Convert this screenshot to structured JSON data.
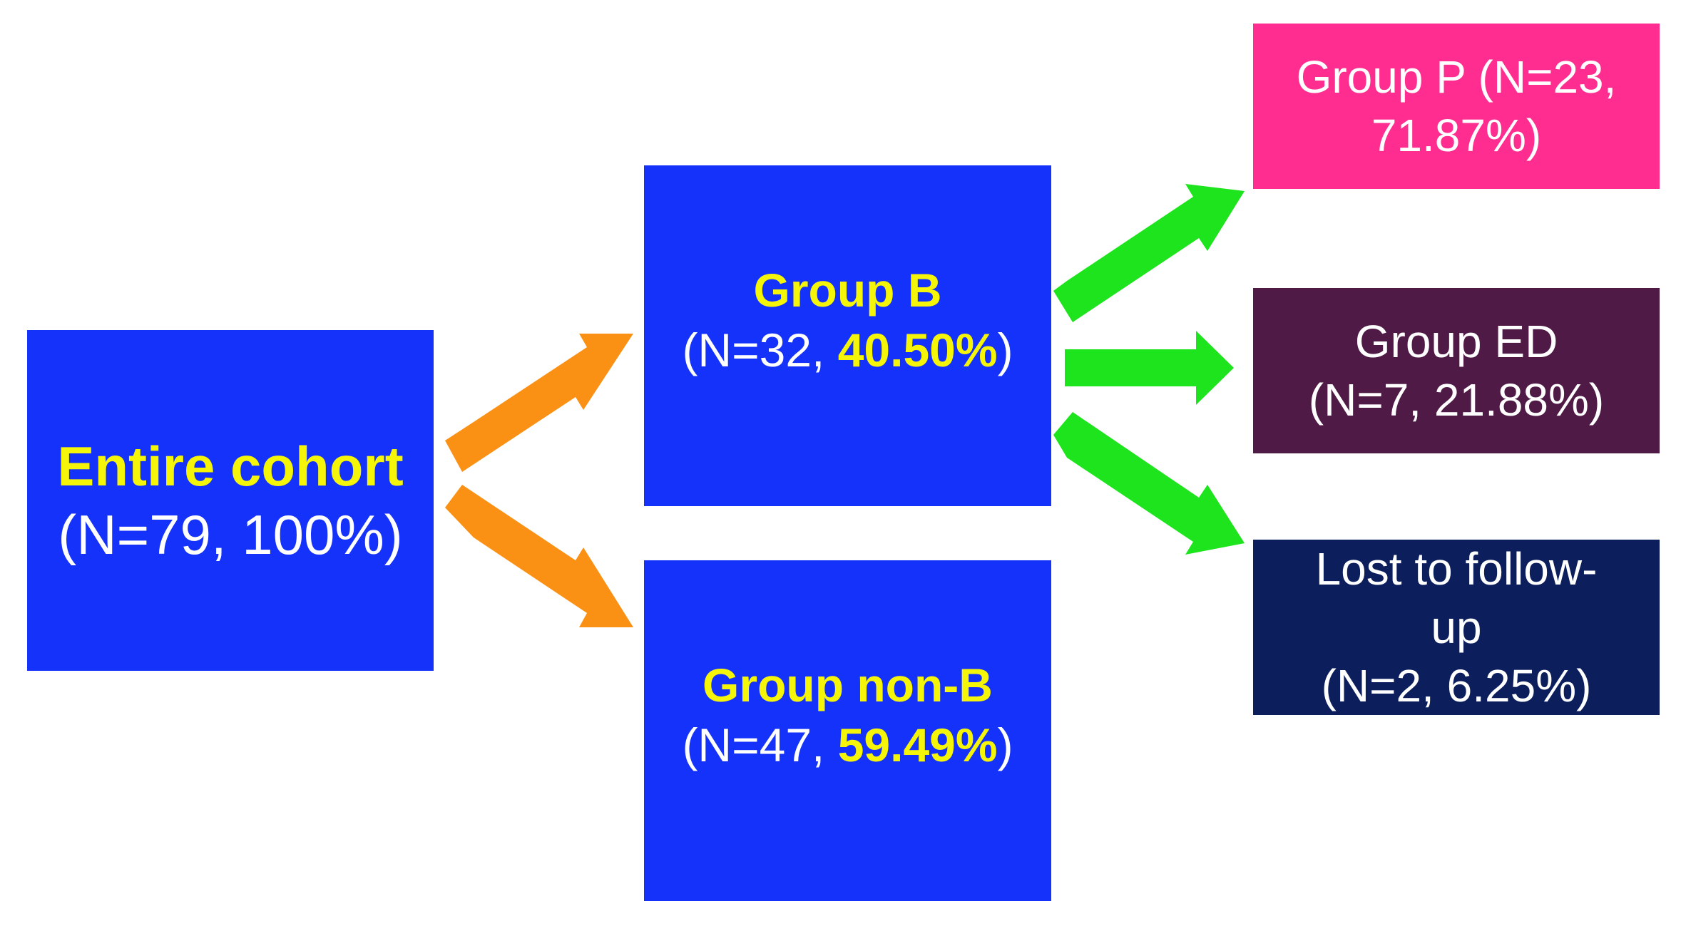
{
  "colors": {
    "box_blue": "#1432fa",
    "box_pink": "#ff2d8f",
    "box_purple": "#4f1a45",
    "box_navy": "#0c1f5c",
    "arrow_orange": "#fa9114",
    "arrow_green": "#1de41d",
    "highlight_yellow": "#f5f50a"
  },
  "entire_cohort": {
    "title": "Entire cohort",
    "detail": "(N=79, 100%)"
  },
  "group_b": {
    "title": "Group B",
    "detail_prefix": "(N=32, ",
    "percent": "40.50%",
    "detail_suffix": ")"
  },
  "group_non_b": {
    "title": "Group non-B",
    "detail_prefix": "(N=47, ",
    "percent": "59.49%",
    "detail_suffix": ")"
  },
  "group_p": {
    "line1": "Group P (N=23,",
    "line2": "71.87%)"
  },
  "group_ed": {
    "line1": "Group ED",
    "line2": "(N=7, 21.88%)"
  },
  "lost_to_follow_up": {
    "line1": "Lost to follow-",
    "line2": "up",
    "line3": "(N=2, 6.25%)"
  }
}
